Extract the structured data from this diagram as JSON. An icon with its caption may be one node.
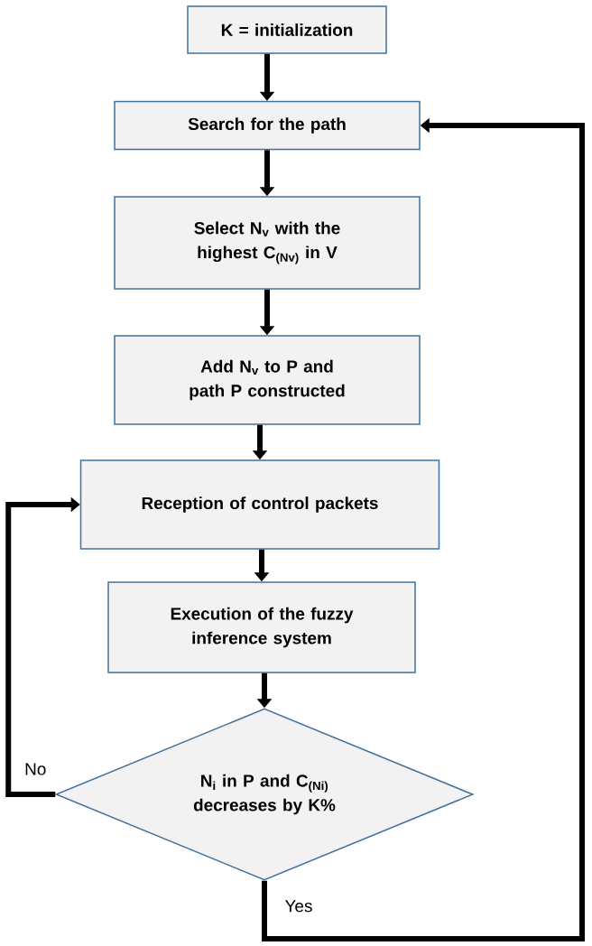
{
  "diagram": {
    "nodes": [
      {
        "text": [
          "K = initialization"
        ]
      },
      {
        "text": [
          "Search for the path"
        ]
      },
      {
        "text": [
          "Select N$_{v}$ with the highest C$_{(Nv)}$ in V"
        ]
      },
      {
        "text": [
          "Add N$_{v}$ to P and path P constructed"
        ]
      },
      {
        "text": [
          "Reception of control packets"
        ]
      },
      {
        "text": [
          "Execution of the fuzzy inference system"
        ]
      },
      {
        "text": [
          "N$_{i}$ in P and C$_{(Ni)}$ decreases by K%"
        ]
      }
    ],
    "edges": [
      {
        "from": 0,
        "to": 1,
        "arrow": "to"
      },
      {
        "from": 1,
        "to": 2,
        "arrow": "to"
      },
      {
        "from": 2,
        "to": 3,
        "arrow": "to"
      },
      {
        "from": 3,
        "to": 4,
        "arrow": "to"
      },
      {
        "from": 4,
        "to": 5,
        "arrow": "to"
      },
      {
        "from": 5,
        "to": 6,
        "arrow": "to"
      },
      {
        "from": 6,
        "to": 4,
        "arrow": "to",
        "label": "No"
      },
      {
        "from": 6,
        "to": 1,
        "arrow": "to",
        "label": "Yes"
      }
    ]
  }
}
